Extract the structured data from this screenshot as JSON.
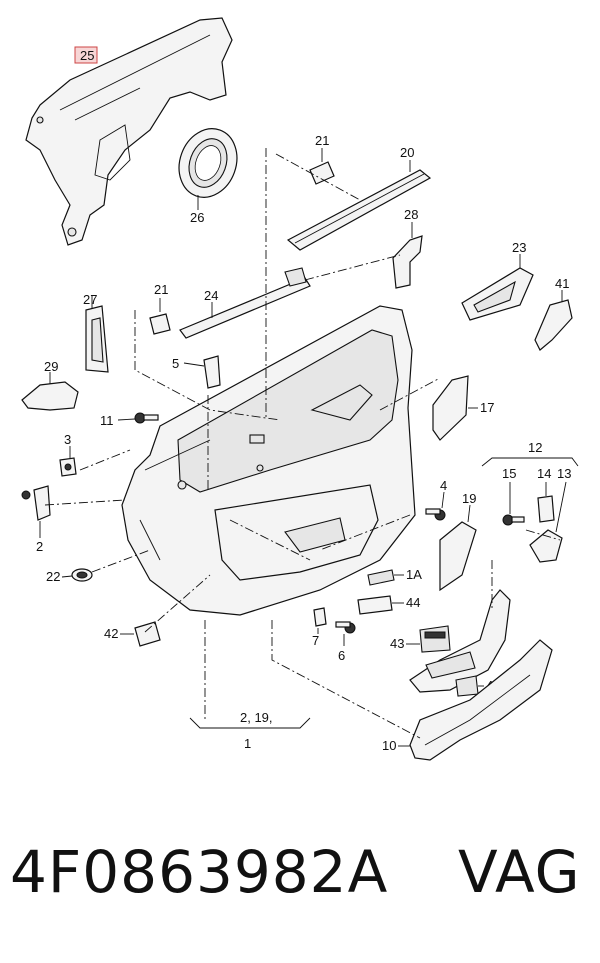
{
  "callouts": {
    "c25": "25",
    "c26": "26",
    "c21a": "21",
    "c20": "20",
    "c28": "28",
    "c23": "23",
    "c21b": "21",
    "c24": "24",
    "c27": "27",
    "c41": "41",
    "c5": "5",
    "c29": "29",
    "c17": "17",
    "c11": "11",
    "c3": "3",
    "c12": "12",
    "c15": "15",
    "c14": "14",
    "c13": "13",
    "c4": "4",
    "c19": "19",
    "c2": "2",
    "c1A": "1A",
    "c22": "22",
    "c44": "44",
    "c42": "42",
    "c7": "7",
    "c6": "6",
    "c43": "43",
    "c40": "40",
    "c10": "10",
    "group_note": "2, 19,",
    "group_main": "1"
  },
  "caption": {
    "part_number": "4F0863982A",
    "maker": "VAG"
  }
}
